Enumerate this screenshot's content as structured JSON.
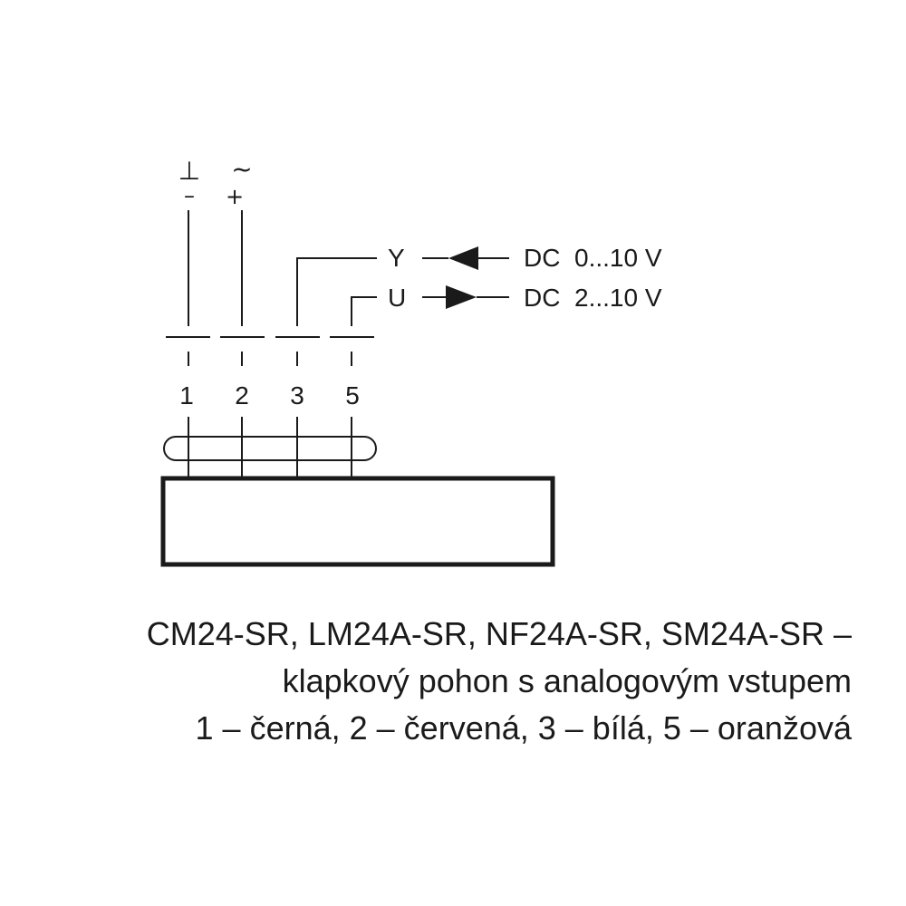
{
  "terminals": {
    "t1_symbol": "⊥",
    "t1_sign": "–",
    "t2_symbol": "~",
    "t2_sign": "+",
    "numbers": [
      "1",
      "2",
      "3",
      "5"
    ]
  },
  "signals": {
    "y_label": "Y",
    "y_value": "DC  0...10 V",
    "u_label": "U",
    "u_value": "DC  2...10 V"
  },
  "caption": {
    "line1": "CM24-SR, LM24A-SR, NF24A-SR, SM24A-SR –",
    "line2": "klapkový pohon s analogovým vstupem",
    "line3": "1 – černá, 2 – červená, 3 – bílá, 5 – oranžová"
  }
}
